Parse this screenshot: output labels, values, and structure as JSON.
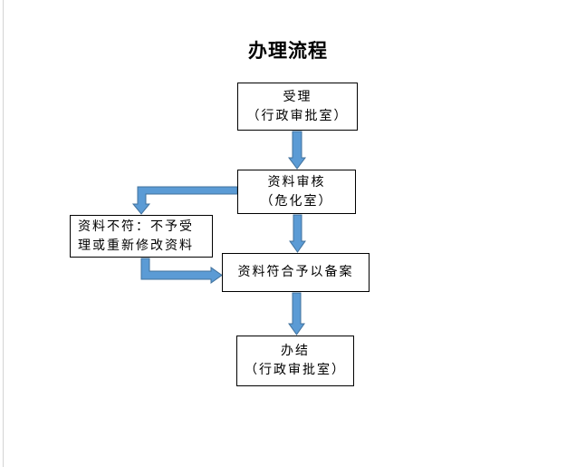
{
  "title": "办理流程",
  "colors": {
    "arrow_fill": "#5b9bd5",
    "arrow_stroke": "#41719c",
    "box_border": "#000000"
  },
  "nodes": [
    {
      "id": "accept",
      "lines": [
        "受理",
        "（行政审批室）"
      ]
    },
    {
      "id": "review",
      "lines": [
        "资料审核",
        "（危化室）"
      ]
    },
    {
      "id": "reject",
      "lines": [
        "资料不符：不予受",
        "理或重新修改资料"
      ]
    },
    {
      "id": "approve",
      "lines": [
        "资料符合予以备案"
      ]
    },
    {
      "id": "complete",
      "lines": [
        "办结",
        "（行政审批室）"
      ]
    }
  ],
  "edges": [
    {
      "from": "accept",
      "to": "review"
    },
    {
      "from": "review",
      "to": "approve"
    },
    {
      "from": "review",
      "to": "reject"
    },
    {
      "from": "reject",
      "to": "approve"
    },
    {
      "from": "approve",
      "to": "complete"
    }
  ]
}
